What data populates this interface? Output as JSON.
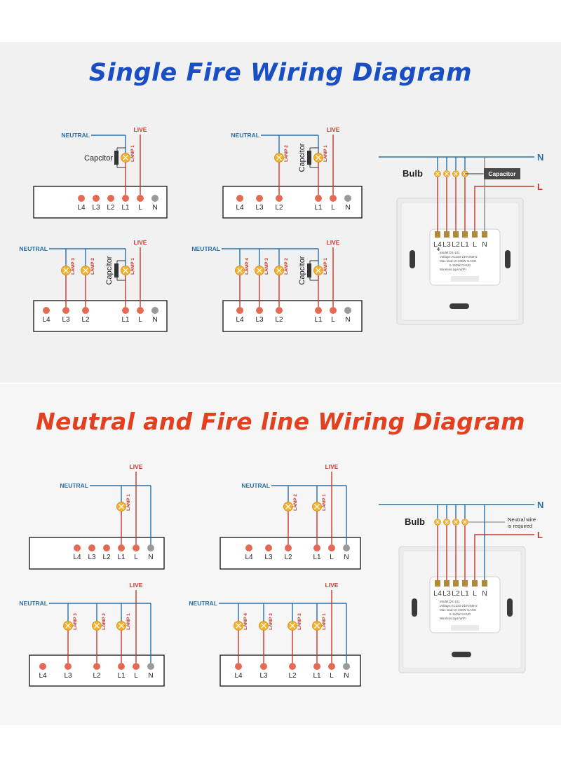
{
  "titles": {
    "single": "Single Fire Wiring Diagram",
    "neutral": "Neutral and Fire line Wiring Diagram"
  },
  "labels": {
    "neutral": "NEUTRAL",
    "live": "LIVE",
    "capacitor": "Capcitor",
    "capacitor_box": "Capacitor",
    "bulb": "Bulb",
    "n": "N",
    "l": "L",
    "neutral_note_1": "Neutral wire",
    "neutral_note_2": "is required",
    "lamp1": "LAMP 1",
    "lamp2": "LAMP 2",
    "lamp3": "LAMP 3",
    "lamp4": "LAMP 4"
  },
  "terminals": [
    "L4",
    "L3",
    "L2",
    "L1",
    "L",
    "N"
  ],
  "device": {
    "model": "Model:DS-101",
    "voltage": "Voltage:AC220-240V/50Hz",
    "max_load": "Max load:10-200W GANG",
    "max_load_2": "5-150W GANG",
    "wireless": "Wireless type:WIFI",
    "badge": "4"
  },
  "colors": {
    "neutral": "#2a6fa8",
    "live": "#c8382c",
    "lamp": "#f2b02b",
    "terminal": "#e56a55",
    "terminal_n": "#9a9a9a"
  }
}
